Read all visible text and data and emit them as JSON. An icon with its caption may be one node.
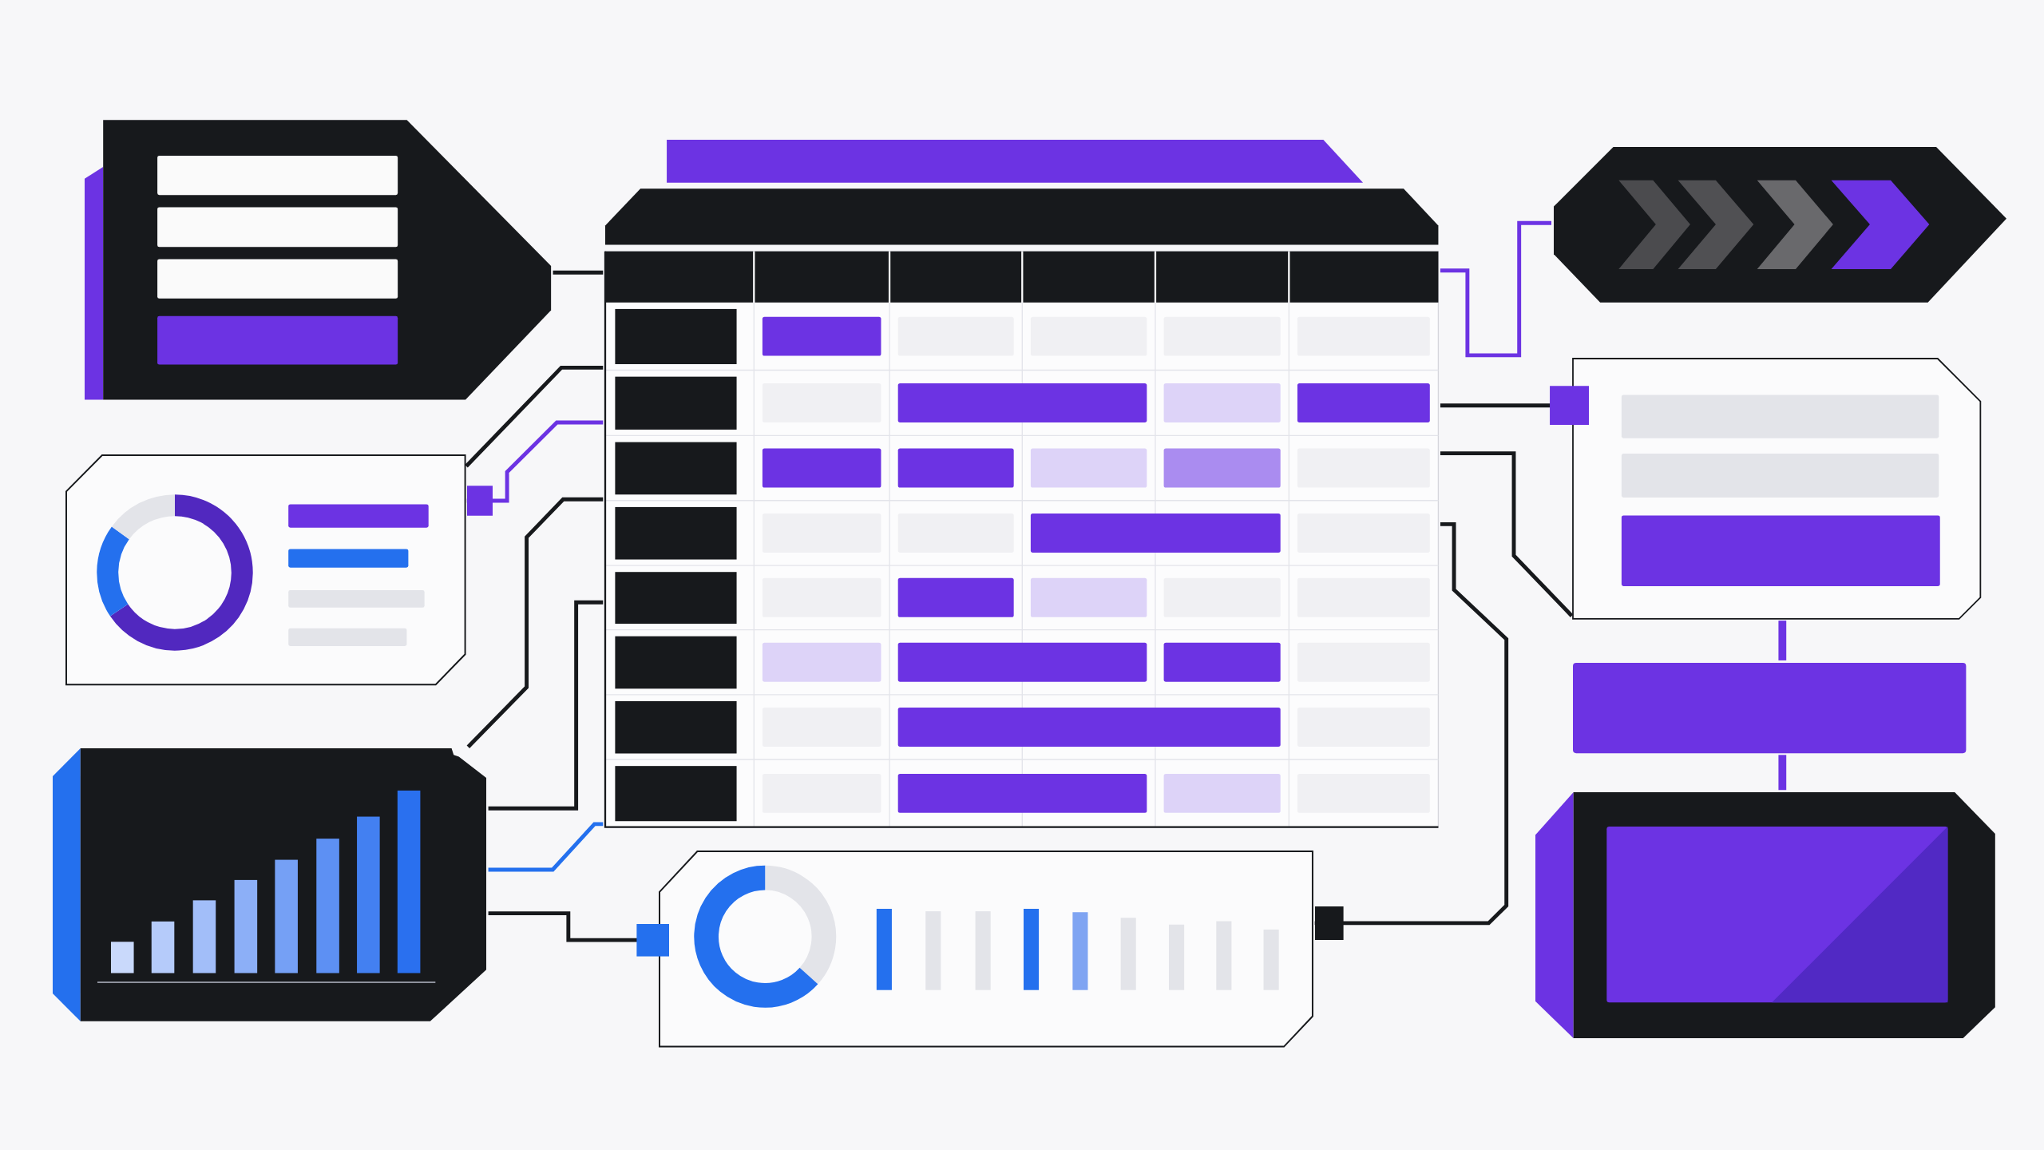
{
  "diagram": {
    "nodes": [
      {
        "text": [],
        "shape": "box"
      },
      {
        "text": [],
        "shape": "box"
      },
      {
        "text": [],
        "shape": "box"
      },
      {
        "text": [],
        "shape": "box"
      },
      {
        "text": [],
        "shape": "box"
      },
      {
        "text": [],
        "shape": "bar"
      },
      {
        "text": [],
        "shape": "box"
      },
      {
        "text": [],
        "shape": "box"
      },
      {
        "text": [],
        "shape": "box"
      }
    ],
    "edges": [
      {
        "from": 0,
        "to": 1,
        "arrow": "none"
      },
      {
        "from": 3,
        "to": 1,
        "arrow": "none"
      },
      {
        "from": 1,
        "to": 3,
        "arrow": "other",
        "color": "#6c33e3"
      },
      {
        "from": 1,
        "to": 6,
        "arrow": "none"
      },
      {
        "from": 1,
        "to": 6,
        "arrow": "none"
      },
      {
        "from": 1,
        "to": 6,
        "arrow": "none",
        "color": "#2470ee"
      },
      {
        "from": 6,
        "to": 7,
        "arrow": "other"
      },
      {
        "from": 1,
        "to": 7,
        "arrow": "other"
      },
      {
        "from": 1,
        "to": 4,
        "arrow": "none"
      },
      {
        "from": 1,
        "to": 4,
        "arrow": "other"
      },
      {
        "from": 1,
        "to": 2,
        "arrow": "none",
        "color": "#6c33e3"
      },
      {
        "from": 4,
        "to": 5,
        "arrow": "none",
        "style": "thick",
        "color": "#6c33e3"
      },
      {
        "from": 5,
        "to": 8,
        "arrow": "none",
        "style": "thick",
        "color": "#6c33e3"
      }
    ]
  }
}
